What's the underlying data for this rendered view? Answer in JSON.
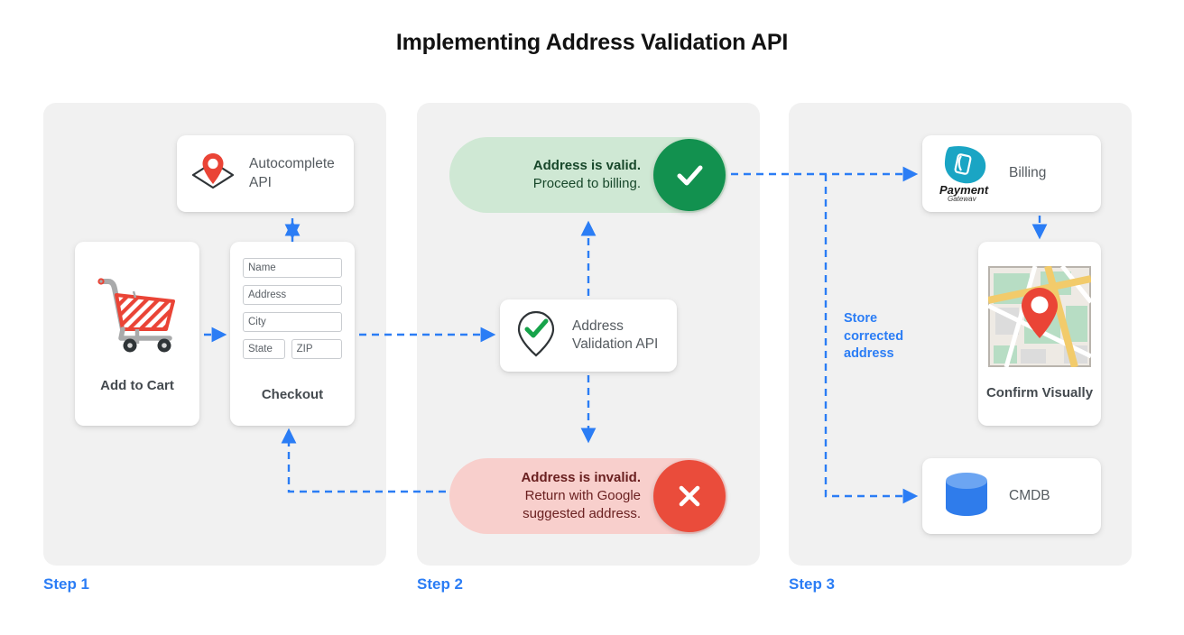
{
  "title": "Implementing Address Validation API",
  "colors": {
    "blue": "#2b7df5",
    "green": "#12914f",
    "red": "#ea4c3b",
    "valid_bg": "#cfe8d4",
    "invalid_bg": "#f8cfcc",
    "panel_bg": "#f1f1f1"
  },
  "steps": [
    {
      "label": "Step 1"
    },
    {
      "label": "Step 2"
    },
    {
      "label": "Step 3"
    }
  ],
  "step1": {
    "autocomplete": {
      "label": "Autocomplete API",
      "icon": "map-pin-diamond-icon"
    },
    "add_to_cart": {
      "label": "Add to Cart",
      "icon": "shopping-cart-icon"
    },
    "checkout": {
      "label": "Checkout",
      "fields": [
        "Name",
        "Address",
        "City"
      ],
      "field_state": "State",
      "field_zip": "ZIP"
    }
  },
  "step2": {
    "valid": {
      "line1": "Address is valid.",
      "line2": "Proceed to billing.",
      "badge": "check-icon"
    },
    "invalid": {
      "line1": "Address is invalid.",
      "line2": "Return with Google",
      "line3": "suggested address.",
      "badge": "close-icon"
    },
    "validation_api": {
      "label": "Address Validation API",
      "icon": "pin-check-icon"
    }
  },
  "step3": {
    "billing": {
      "label": "Billing",
      "icon": "payment-gateway-logo",
      "logo_name": "Payment",
      "logo_sub": "Gateway"
    },
    "confirm": {
      "label": "Confirm Visually",
      "icon": "map-thumbnail-icon"
    },
    "cmdb": {
      "label": "CMDB",
      "icon": "database-icon"
    },
    "annotation": "Store corrected address"
  }
}
